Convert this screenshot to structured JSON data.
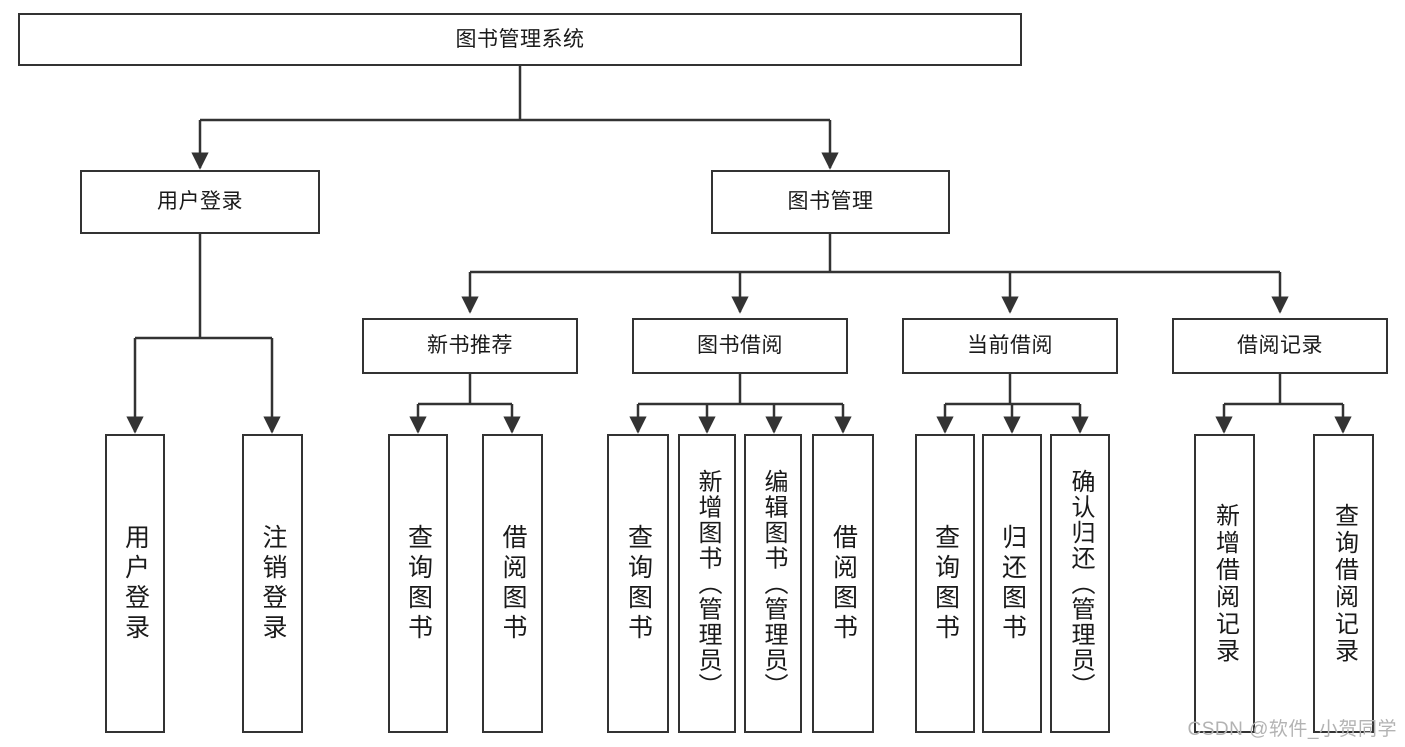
{
  "diagram": {
    "type": "tree-hierarchy",
    "title": "图书管理系统",
    "watermark": "CSDN @软件_小贺同学",
    "colors": {
      "box_border": "#333333",
      "box_fill": "#ffffff",
      "edge": "#333333",
      "text": "#1a1a1a",
      "watermark": "#b3b3b3"
    },
    "levels": [
      {
        "level": 1,
        "nodes": [
          {
            "id": "root",
            "label": "图书管理系统",
            "orientation": "horizontal"
          }
        ]
      },
      {
        "level": 2,
        "nodes": [
          {
            "id": "login",
            "label": "用户登录",
            "orientation": "horizontal",
            "parent": "root"
          },
          {
            "id": "bookmgmt",
            "label": "图书管理",
            "orientation": "horizontal",
            "parent": "root"
          }
        ]
      },
      {
        "level": 3,
        "nodes": [
          {
            "id": "newbook",
            "label": "新书推荐",
            "orientation": "horizontal",
            "parent": "bookmgmt"
          },
          {
            "id": "borrow",
            "label": "图书借阅",
            "orientation": "horizontal",
            "parent": "bookmgmt"
          },
          {
            "id": "current",
            "label": "当前借阅",
            "orientation": "horizontal",
            "parent": "bookmgmt"
          },
          {
            "id": "records",
            "label": "借阅记录",
            "orientation": "horizontal",
            "parent": "bookmgmt"
          }
        ]
      },
      {
        "level": 4,
        "nodes": [
          {
            "id": "l1",
            "label": "用户登录",
            "orientation": "vertical",
            "parent": "login"
          },
          {
            "id": "l2",
            "label": "注销登录",
            "orientation": "vertical",
            "parent": "login"
          },
          {
            "id": "n1",
            "label": "查询图书",
            "orientation": "vertical",
            "parent": "newbook"
          },
          {
            "id": "n2",
            "label": "借阅图书",
            "orientation": "vertical",
            "parent": "newbook"
          },
          {
            "id": "b1",
            "label": "查询图书",
            "orientation": "vertical",
            "parent": "borrow"
          },
          {
            "id": "b2",
            "label": "新增图书（管理员）",
            "orientation": "vertical",
            "parent": "borrow"
          },
          {
            "id": "b3",
            "label": "编辑图书（管理员）",
            "orientation": "vertical",
            "parent": "borrow"
          },
          {
            "id": "b4",
            "label": "借阅图书",
            "orientation": "vertical",
            "parent": "borrow"
          },
          {
            "id": "c1",
            "label": "查询图书",
            "orientation": "vertical",
            "parent": "current"
          },
          {
            "id": "c2",
            "label": "归还图书",
            "orientation": "vertical",
            "parent": "current"
          },
          {
            "id": "c3",
            "label": "确认归还（管理员）",
            "orientation": "vertical",
            "parent": "current"
          },
          {
            "id": "r1",
            "label": "新增借阅记录",
            "orientation": "vertical",
            "parent": "records"
          },
          {
            "id": "r2",
            "label": "查询借阅记录",
            "orientation": "vertical",
            "parent": "records"
          }
        ]
      }
    ]
  }
}
